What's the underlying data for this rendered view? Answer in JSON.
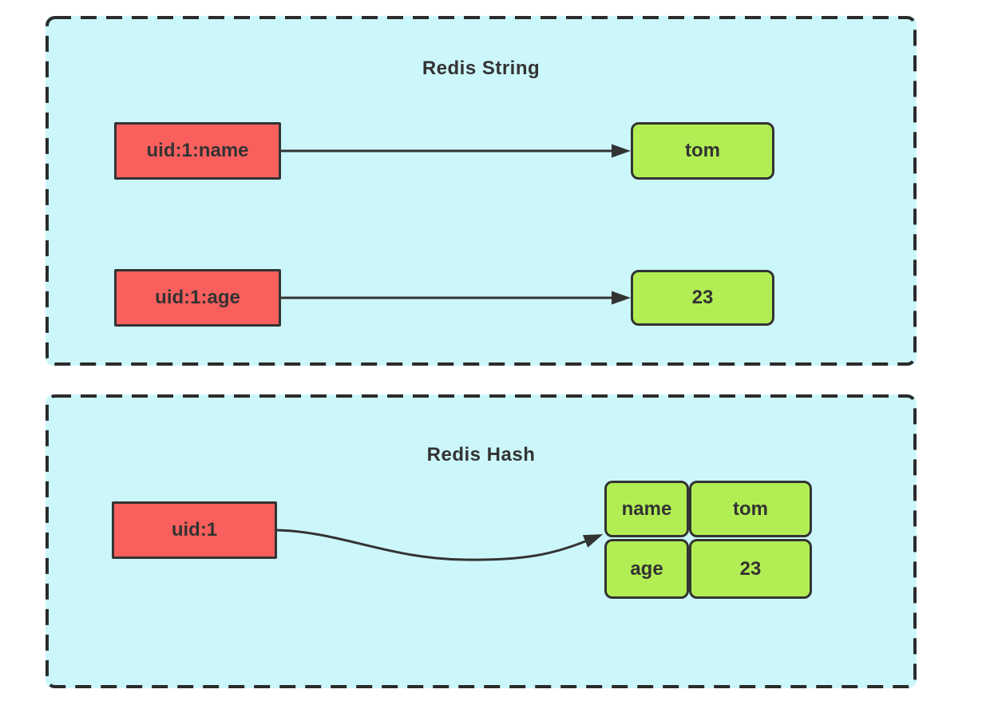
{
  "colors": {
    "canvas_bg": "#ffffff",
    "panel_fill": "#ccf7fa",
    "panel_border": "#2b2b2b",
    "key_fill": "#f9605d",
    "value_fill": "#b2ee53",
    "node_border": "#333333",
    "arrow": "#333333",
    "text": "#333333"
  },
  "string_panel": {
    "title": "Redis String",
    "rows": [
      {
        "key": "uid:1:name",
        "value": "tom"
      },
      {
        "key": "uid:1:age",
        "value": "23"
      }
    ]
  },
  "hash_panel": {
    "title": "Redis Hash",
    "key": "uid:1",
    "fields": [
      {
        "field": "name",
        "value": "tom"
      },
      {
        "field": "age",
        "value": "23"
      }
    ]
  }
}
